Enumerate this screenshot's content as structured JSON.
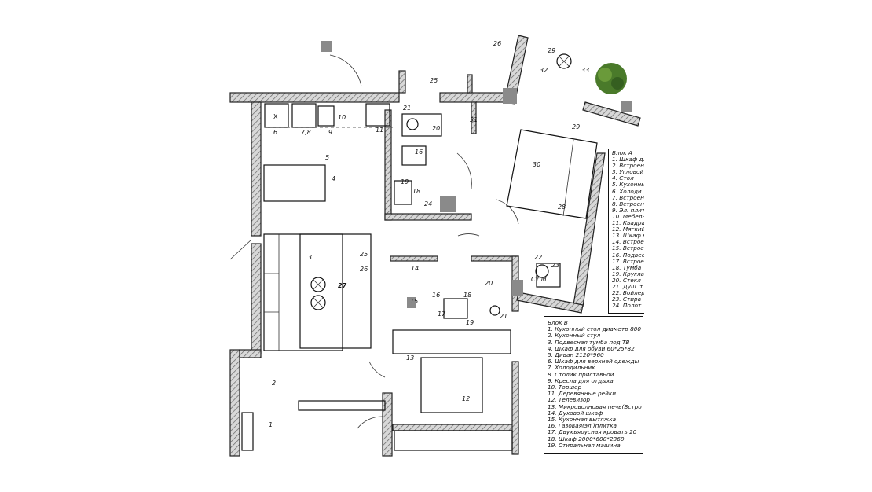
{
  "plan": {
    "labels": {
      "l1": "1",
      "l2": "2",
      "l3": "3",
      "l4": "4",
      "l5": "5",
      "l6": "6",
      "l78": "7,8",
      "l9": "9",
      "l10": "10",
      "l11": "11",
      "l12": "12",
      "l13": "13",
      "l14": "14",
      "l15": "15",
      "l16a": "16",
      "l16b": "16",
      "l17": "17",
      "l18a": "18",
      "l18b": "18",
      "l19a": "19",
      "l19b": "19",
      "l20a": "20",
      "l20b": "20",
      "l21a": "21",
      "l21b": "21",
      "l22": "22",
      "l23": "23",
      "l24": "24",
      "l25a": "25",
      "l25b": "25",
      "l26a": "26",
      "l26b": "26",
      "l27": "27",
      "l28": "28",
      "l29a": "29",
      "l29b": "29",
      "l30": "30",
      "l31": "31",
      "l32": "32",
      "l33": "33",
      "x": "X",
      "stm": "Ст.М."
    },
    "colors": {
      "wall_hatch": "#777777",
      "shaded_fixture": "#8a8a8a",
      "tree": "#4a7a2a"
    }
  },
  "legend_a": {
    "title": "Блок А",
    "items": [
      "1. Шкаф дл",
      "2. Встроен",
      "3. Угловой",
      "4. Стол",
      "5. Кухонны",
      "6. Холоди",
      "7. Встроен",
      "8. Встроен",
      "9. Эл. плит",
      "10. Мебель",
      "11. Квадра",
      "12. Мягкий",
      "13. Шкаф н",
      "14. Встрое",
      "15. Встрое",
      "16. Подвес",
      "17. Встрое",
      "18. Тумба",
      "19. Кругла",
      "20. Стекл",
      "21. Душ. т",
      "22. Бойлер",
      "23. Стира",
      "24. Полот"
    ]
  },
  "legend_b": {
    "title": "Блок В",
    "items": [
      "1. Кухонный стол диаметр 800",
      "2. Кухонный стул",
      "3. Подвесная тумба под ТВ",
      "4. Шкаф для обуви 60*25*82",
      "5. Диван 2120*960",
      "6. Шкаф для верхней одежды",
      "7. Холодильник",
      "8. Столик приставной",
      "9. Кресла для отдыха",
      "10. Торшер",
      "11. Деревянные рейки",
      "12. Телевизор",
      "13. Микроволновая печь(Встро",
      "14. Духовой шкаф",
      "15. Кухонная вытяжка",
      "16. Газовая(эл.)плитка",
      "17. Двухъярусная кровать 20",
      "18. Шкаф 2000*600*2360",
      "19. Стиральная машина"
    ]
  }
}
